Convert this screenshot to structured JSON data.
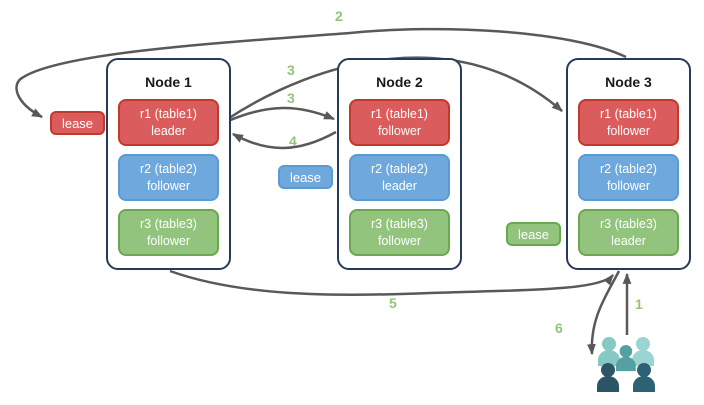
{
  "colors": {
    "node_border": "#263b59",
    "red_fill": "#db5c5c",
    "red_border": "#c0392b",
    "blue_fill": "#6fa8dc",
    "blue_border": "#5b9bd5",
    "green_fill": "#93c47d",
    "green_border": "#6aa84f",
    "arrow": "#595959",
    "step_label": "#93c47d",
    "users_light1": "#85c8c4",
    "users_light2": "#9bd5d1",
    "users_medium": "#55a0a3",
    "users_dark1": "#2c5667",
    "users_dark2": "#2d6274"
  },
  "nodes": [
    {
      "title": "Node 1",
      "replicas": [
        {
          "range": "r1 (table1)",
          "role": "leader",
          "color": "red"
        },
        {
          "range": "r2 (table2)",
          "role": "follower",
          "color": "blue"
        },
        {
          "range": "r3 (table3)",
          "role": "follower",
          "color": "green"
        }
      ]
    },
    {
      "title": "Node 2",
      "replicas": [
        {
          "range": "r1 (table1)",
          "role": "follower",
          "color": "red"
        },
        {
          "range": "r2 (table2)",
          "role": "leader",
          "color": "blue"
        },
        {
          "range": "r3 (table3)",
          "role": "follower",
          "color": "green"
        }
      ]
    },
    {
      "title": "Node 3",
      "replicas": [
        {
          "range": "r1 (table1)",
          "role": "follower",
          "color": "red"
        },
        {
          "range": "r2 (table2)",
          "role": "follower",
          "color": "blue"
        },
        {
          "range": "r3 (table3)",
          "role": "leader",
          "color": "green"
        }
      ]
    }
  ],
  "leases": [
    {
      "label": "lease",
      "color": "red"
    },
    {
      "label": "lease",
      "color": "blue"
    },
    {
      "label": "lease",
      "color": "green"
    }
  ],
  "steps": [
    {
      "label": "2"
    },
    {
      "label": "3"
    },
    {
      "label": "3"
    },
    {
      "label": "4"
    },
    {
      "label": "5"
    },
    {
      "label": "1"
    },
    {
      "label": "6"
    }
  ],
  "users": {
    "icon": "user-group"
  }
}
